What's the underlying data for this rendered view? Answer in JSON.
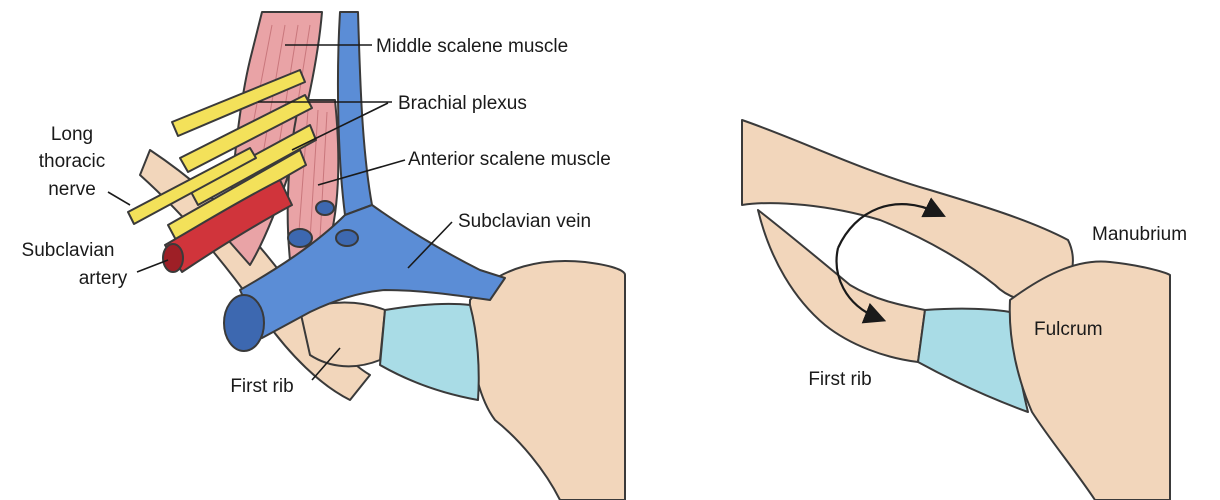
{
  "colors": {
    "bone": "#F2D6BB",
    "bone_shadow": "#D9B797",
    "cartilage": "#A9DCE6",
    "vein": "#5B8DD6",
    "vein_dark": "#3D68B0",
    "artery": "#D0343B",
    "artery_dark": "#9E1F26",
    "nerve": "#F3E15A",
    "muscle": "#E9A3A6",
    "muscle_dark": "#C9777C",
    "arrow": "#1a1a1a"
  },
  "left_panel": {
    "labels": {
      "middle_scalene": "Middle scalene muscle",
      "brachial_plexus": "Brachial plexus",
      "long_thoracic_1": "Long",
      "long_thoracic_2": "thoracic",
      "long_thoracic_3": "nerve",
      "anterior_scalene": "Anterior scalene muscle",
      "subclavian_vein": "Subclavian vein",
      "subclavian_artery_1": "Subclavian",
      "subclavian_artery_2": "artery",
      "first_rib": "First rib"
    }
  },
  "right_panel": {
    "labels": {
      "manubrium": "Manubrium",
      "fulcrum": "Fulcrum",
      "first_rib": "First rib"
    },
    "icons": [
      "curved-arrow-icon"
    ]
  }
}
